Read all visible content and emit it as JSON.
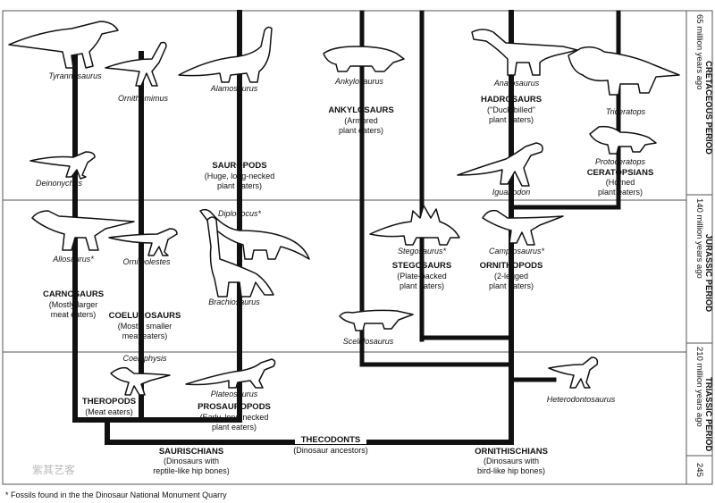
{
  "periods": [
    {
      "name": "CRETACEOUS PERIOD",
      "age": "65 million years ago"
    },
    {
      "name": "JURASSIC PERIOD",
      "age": "140 million years ago"
    },
    {
      "name": "TRIASSIC PERIOD",
      "age": "210 million years ago"
    },
    {
      "name": "",
      "age": "245"
    }
  ],
  "dinosaurs": {
    "tyrannosaurus": "Tyrannosaurus",
    "ornithomimus": "Ornithomimus",
    "alamosaurus": "Alamosaurus",
    "ankylosaurus": "Ankylosaurus",
    "anatosaurus": "Anatosaurus",
    "triceratops": "Triceratops",
    "protoceratops": "Protoceratops",
    "iguanodon": "Iguanodon",
    "deinonychus": "Deinonychus",
    "diplodocus": "Diplodocus*",
    "allosaurus": "Allosaurus*",
    "ornitholestes": "Ornitholestes",
    "brachiosaurus": "Brachiosaurus",
    "stegosaurus": "Stegosaurus*",
    "camptosaurus": "Camptosaurus*",
    "scelidosaurus": "Scelidosaurus",
    "coelophysis": "Coelophysis",
    "plateosaurus": "Plateosaurus",
    "heterodontosaurus": "Heterodontosaurus"
  },
  "groups": {
    "ankylosaurs": [
      "ANKYLOSAURS",
      "(Armored",
      "plant eaters)"
    ],
    "hadrosaurs": [
      "HADROSAURS",
      "(\"Duck-billed\"",
      "plant eaters)"
    ],
    "sauropods": [
      "SAUROPODS",
      "(Huge, long-necked",
      "plant eaters)"
    ],
    "ceratopsians": [
      "CERATOPSIANS",
      "(Horned",
      "plant eaters)"
    ],
    "carnosaurs": [
      "CARNOSAURS",
      "(Mostly larger",
      "meat eaters)"
    ],
    "coelurosaurs": [
      "COELUROSAURS",
      "(Mostly smaller",
      "meat eaters)"
    ],
    "stegosaurs": [
      "STEGOSAURS",
      "(Plate-backed",
      "plant eaters)"
    ],
    "ornithopods": [
      "ORNITHOPODS",
      "(2-legged",
      "plant eaters)"
    ],
    "theropods": [
      "THEROPODS",
      "(Meat eaters)"
    ],
    "prosauropods": [
      "PROSAUROPODS",
      "(Early, long-necked",
      "plant eaters)"
    ],
    "saurischians": [
      "SAURISCHIANS",
      "(Dinosaurs with",
      "reptile-like hip bones)"
    ],
    "thecodonts": [
      "THECODONTS",
      "(Dinosaur ancestors)"
    ],
    "ornithischians": [
      "ORNITHISCHIANS",
      "(Dinosaurs with",
      "bird-like hip bones)"
    ]
  },
  "footnote": "* Fossils found in the the Dinosaur National Monument Quarry",
  "watermark": "紫其艺客",
  "colors": {
    "ink": "#111111",
    "paper": "#ffffff",
    "rule": "#888888"
  }
}
